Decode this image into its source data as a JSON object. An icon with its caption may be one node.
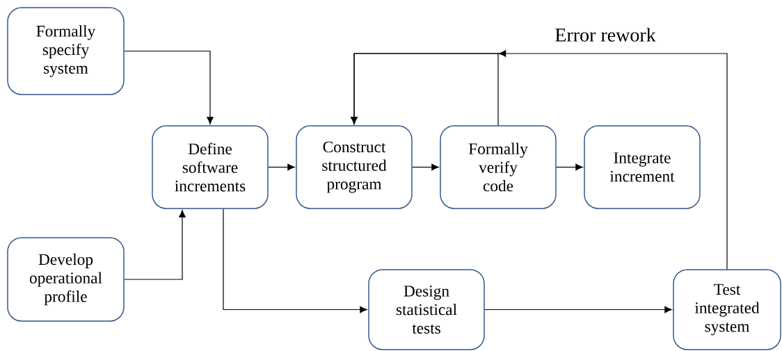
{
  "diagram": {
    "nodes": [
      {
        "text": [
          "Formally specify system"
        ]
      },
      {
        "text": [
          "Define software increments"
        ]
      },
      {
        "text": [
          "Construct structured program"
        ]
      },
      {
        "text": [
          "Formally verify code"
        ]
      },
      {
        "text": [
          "Integrate increment"
        ]
      },
      {
        "text": [
          "Develop operational profile"
        ]
      },
      {
        "text": [
          "Design statistical tests"
        ]
      },
      {
        "text": [
          "Test integrated system"
        ]
      }
    ],
    "edges": [
      {
        "from": 0,
        "to": 1,
        "arrow": "to"
      },
      {
        "from": 5,
        "to": 1,
        "arrow": "to"
      },
      {
        "from": 1,
        "to": 2,
        "arrow": "to"
      },
      {
        "from": 2,
        "to": 3,
        "arrow": "to"
      },
      {
        "from": 3,
        "to": 4,
        "arrow": "to"
      },
      {
        "from": 1,
        "to": 6,
        "arrow": "to"
      },
      {
        "from": 6,
        "to": 7,
        "arrow": "to"
      },
      {
        "from": 7,
        "to": 2,
        "arrow": "to",
        "label": "Error rework"
      },
      {
        "from": 3,
        "to": 2,
        "arrow": "to"
      }
    ]
  }
}
